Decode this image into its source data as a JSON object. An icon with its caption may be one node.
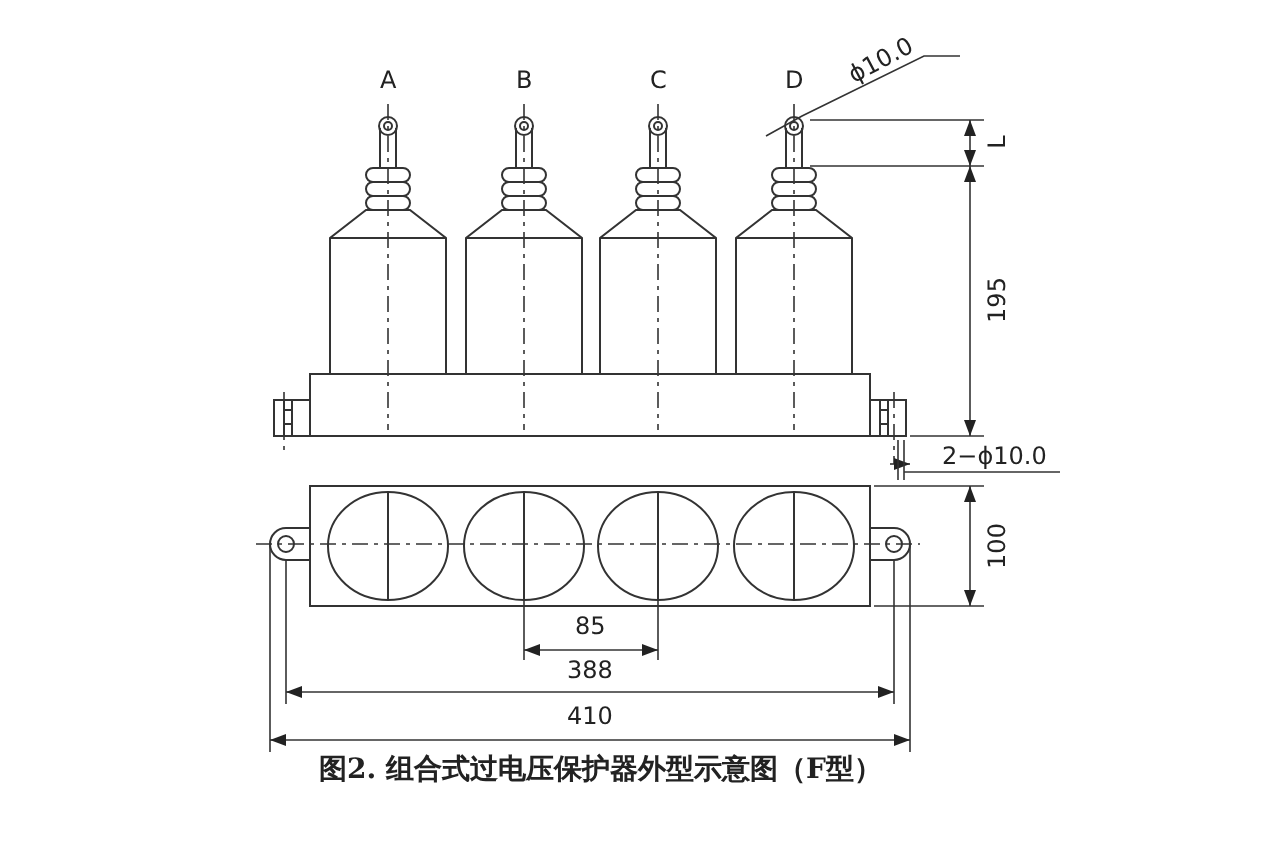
{
  "diagram": {
    "caption": "图2. 组合式过电压保护器外型示意图（F型）",
    "labels": [
      "A",
      "B",
      "C",
      "D",
      "ϕ10.0",
      "L",
      "195",
      "2−ϕ10.0",
      "100",
      "85",
      "388",
      "410"
    ]
  }
}
